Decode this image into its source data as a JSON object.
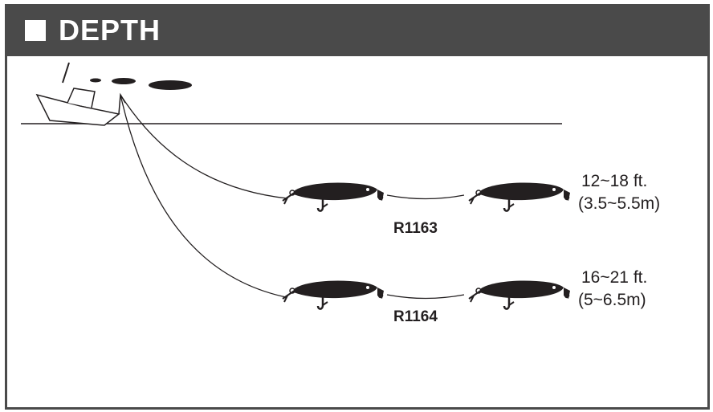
{
  "header": {
    "title": "DEPTH"
  },
  "lures": [
    {
      "model": "R1163",
      "depth_ft": "12~18 ft.",
      "depth_m": "(3.5~5.5m)"
    },
    {
      "model": "R1164",
      "depth_ft": "16~21 ft.",
      "depth_m": "(5~6.5m)"
    }
  ],
  "colors": {
    "header_bg": "#4a4a4a",
    "lure": "#231f20",
    "line": "#231f20"
  },
  "icons": [
    "boat-icon",
    "lure-icon",
    "fishing-line"
  ]
}
